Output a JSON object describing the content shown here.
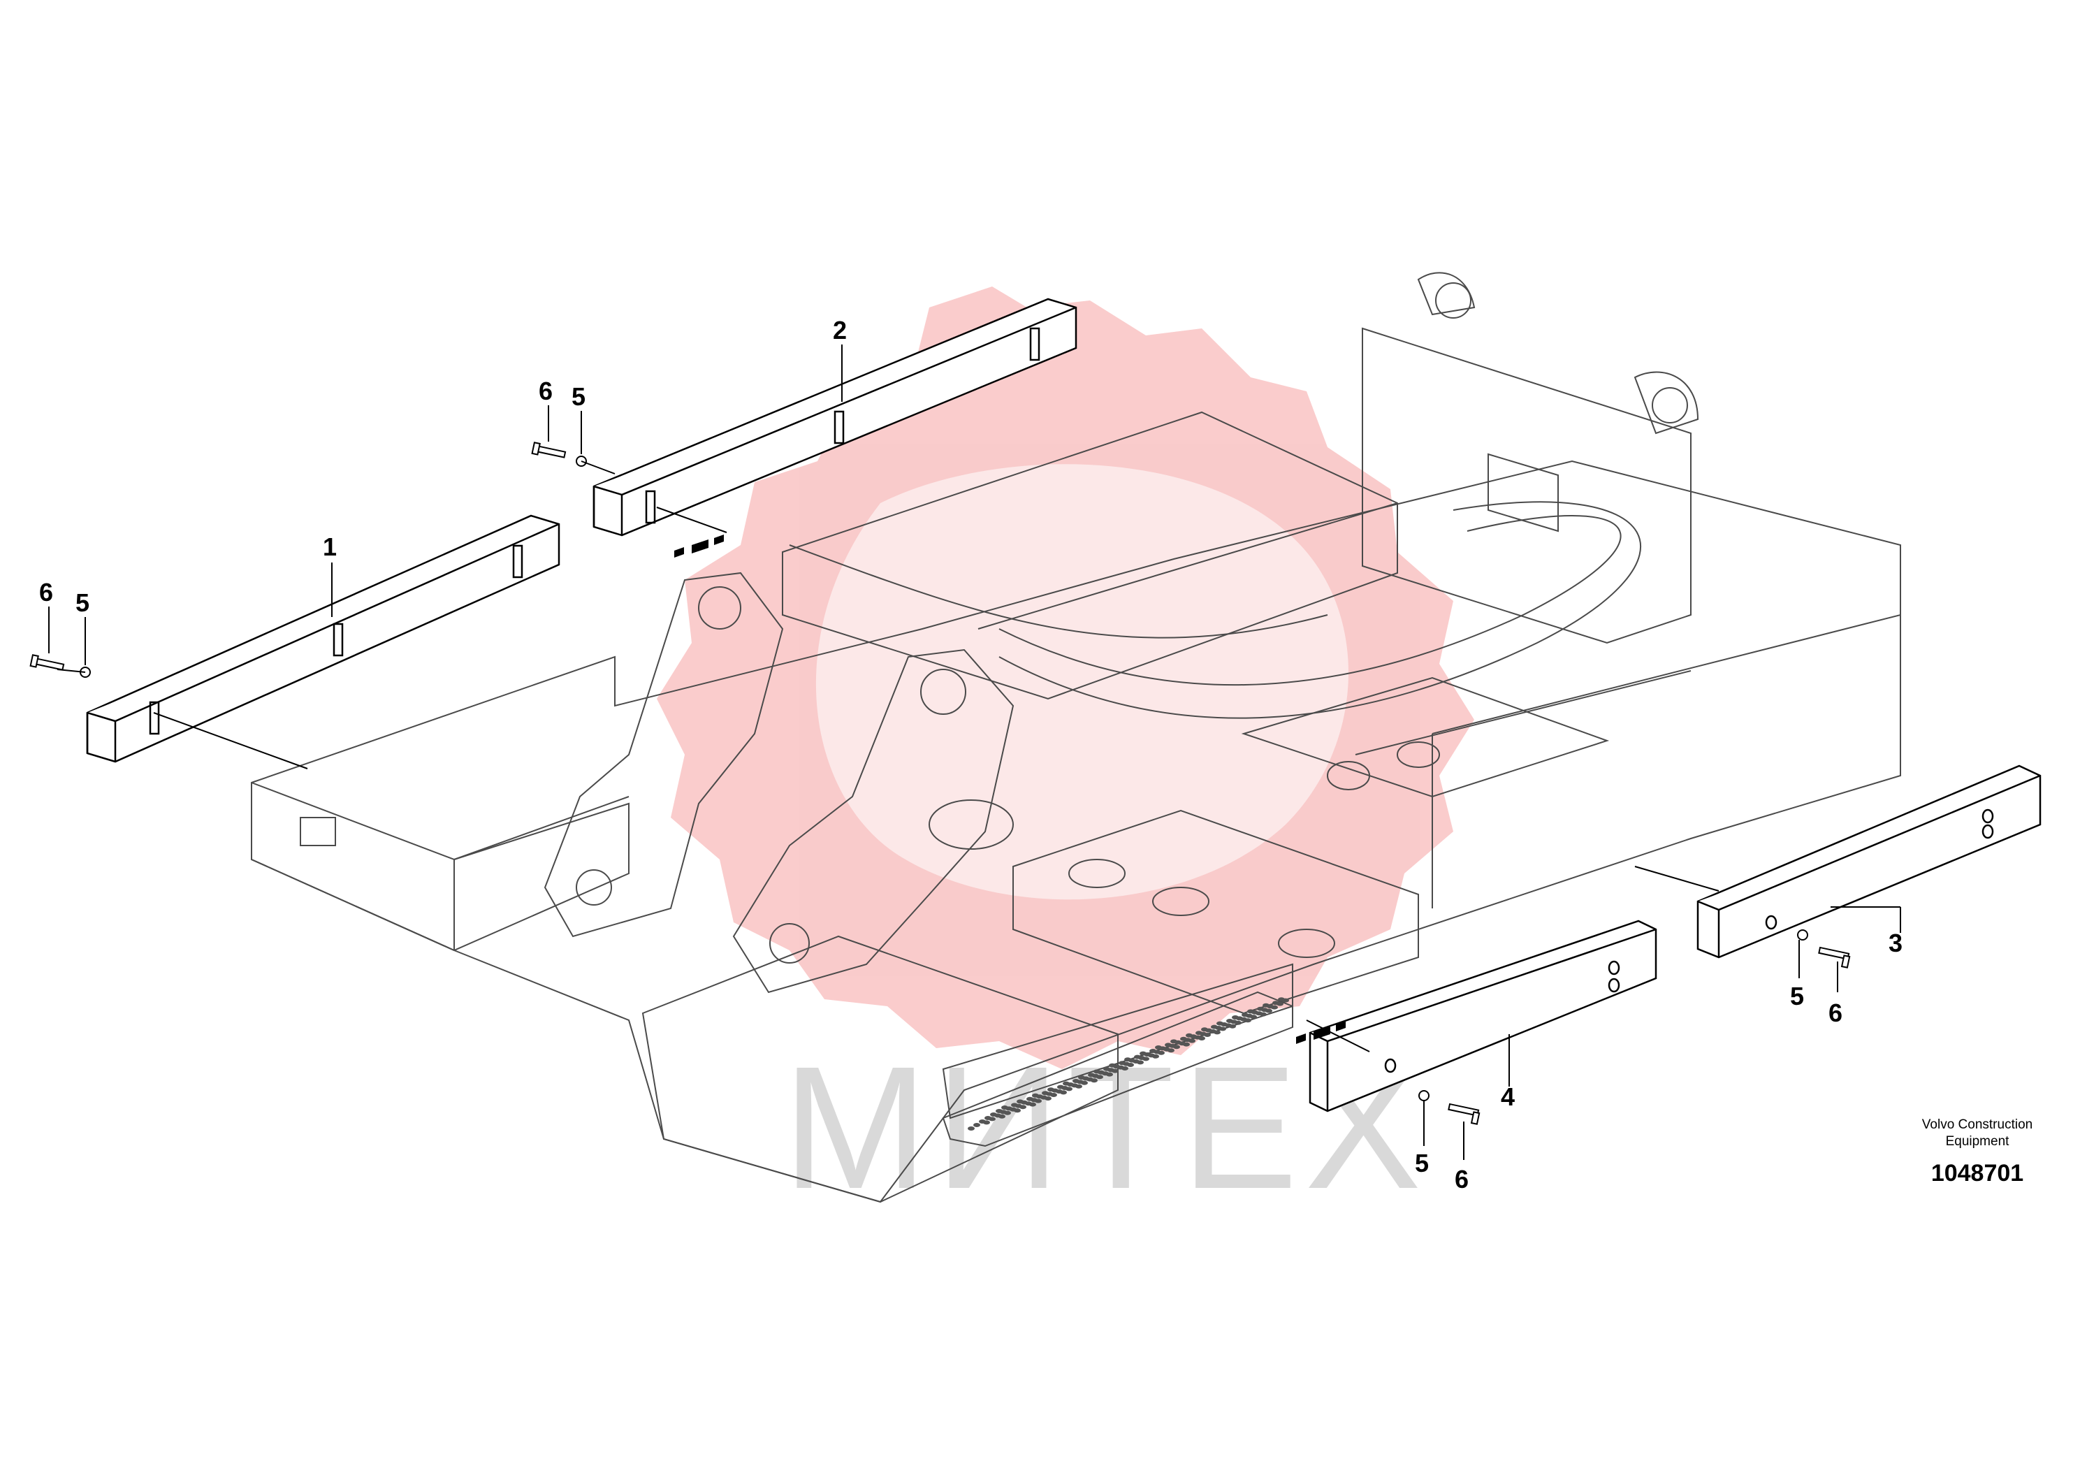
{
  "diagram": {
    "maker_line1": "Volvo Construction",
    "maker_line2": "Equipment",
    "drawing_number": "1048701",
    "watermark_text": "МИТЕХ",
    "watermark_color": "#f9c3c3",
    "line_color": "#000000",
    "frame_line_color": "#6b6b6b",
    "callouts": [
      {
        "label": "1",
        "part": "counterweight-bar-front-left"
      },
      {
        "label": "2",
        "part": "counterweight-bar-rear-left"
      },
      {
        "label": "3",
        "part": "counterweight-bar-rear-right"
      },
      {
        "label": "4",
        "part": "counterweight-bar-front-right"
      },
      {
        "label": "5",
        "part": "washer"
      },
      {
        "label": "6",
        "part": "bolt"
      }
    ],
    "labels": {
      "l1": "1",
      "l2": "2",
      "l3": "3",
      "l4": "4",
      "l5a": "5",
      "l5b": "5",
      "l5c": "5",
      "l5d": "5",
      "l6a": "6",
      "l6b": "6",
      "l6c": "6",
      "l6d": "6"
    }
  }
}
